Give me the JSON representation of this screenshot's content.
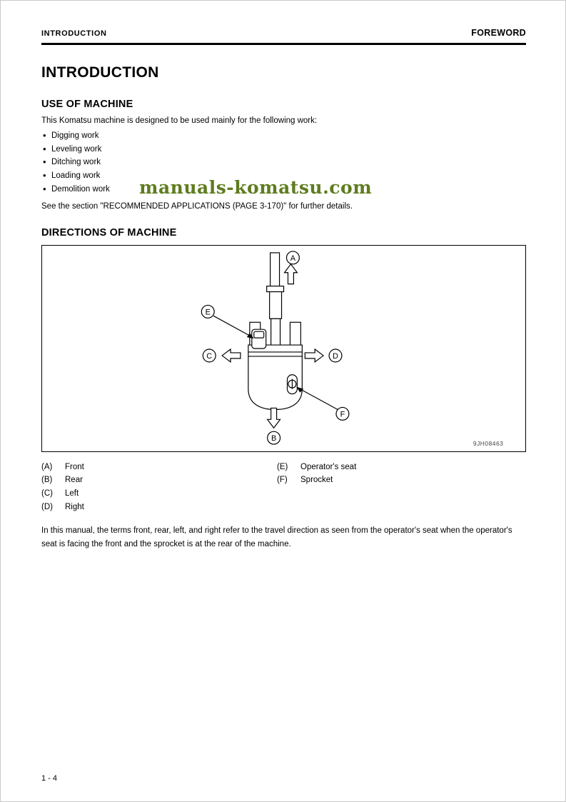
{
  "page": {
    "header_left": "INTRODUCTION",
    "header_right": "FOREWORD",
    "footer_page_number": "1 - 4"
  },
  "watermark": {
    "text": "manuals-komatsu.com",
    "color": "#5e7c1e"
  },
  "content": {
    "title": "INTRODUCTION",
    "use_of_machine": {
      "heading": "USE OF MACHINE",
      "intro": "This Komatsu machine is designed to be used mainly for the following work:",
      "bullets": [
        "Digging work",
        "Leveling work",
        "Ditching work",
        "Loading work",
        "Demolition work"
      ],
      "see_also": "See the section \"RECOMMENDED APPLICATIONS (PAGE 3-170)\" for further details."
    },
    "directions_of_machine": {
      "heading": "DIRECTIONS OF MACHINE",
      "figure": {
        "labels": [
          "A",
          "B",
          "C",
          "D",
          "E",
          "F"
        ],
        "code": "9JH08463"
      },
      "legend": [
        {
          "key": "(A)",
          "value": "Front"
        },
        {
          "key": "(B)",
          "value": "Rear"
        },
        {
          "key": "(C)",
          "value": "Left"
        },
        {
          "key": "(D)",
          "value": "Right"
        },
        {
          "key": "(E)",
          "value": "Operator's seat"
        },
        {
          "key": "(F)",
          "value": "Sprocket"
        }
      ],
      "note": "In this manual, the terms front, rear, left, and right refer to the travel direction as seen from the operator's seat when the operator's seat is facing the front and the sprocket is at the rear of the machine."
    }
  }
}
